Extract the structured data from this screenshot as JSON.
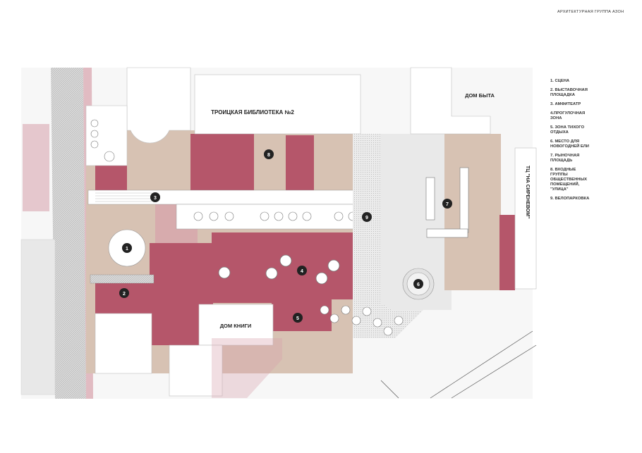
{
  "studio": "АРХИТЕКТУРНАЯ ГРУППА АЗОН",
  "legend": [
    "1. СЦЕНА",
    "2. ВЫСТАВОЧНАЯ\nПЛОЩАДКА",
    "3. АМФИТЕАТР",
    "4.ПРОГУЛОЧНАЯ\nЗОНА",
    "5. ЗОНА ТИХОГО\nОТДЫХА",
    "6. МЕСТО ДЛЯ\nНОВОГОДНЕЙ ЕЛИ",
    "7. РЫНОЧНАЯ\nПЛОЩАДЬ",
    "8. ВХОДНЫЕ\nГРУППЫ\nОБЩЕСТВЕННЫХ\nПОМЕЩЕНИЙ,\n\"УЛИЦА\"",
    "9. ВЕЛОПАРКОВКА"
  ],
  "buildings": {
    "library": "ТРОИЦКАЯ БИБЛИОТЕКА №2",
    "service": "ДОМ БЫТА",
    "mall": "ТЦ \"НА СИРЕНЕВОМ\"",
    "bookhouse": "ДОМ КНИГИ"
  },
  "markers": [
    "1",
    "2",
    "3",
    "4",
    "5",
    "6",
    "7",
    "8",
    "9"
  ],
  "colors": {
    "crimson": "#b5566a",
    "crimson_light": "#d7a1ab",
    "beige": "#d7c2b3",
    "street": "#d9d9d9",
    "grey_plaza": "#e9e9e9",
    "marker": "#222222"
  }
}
